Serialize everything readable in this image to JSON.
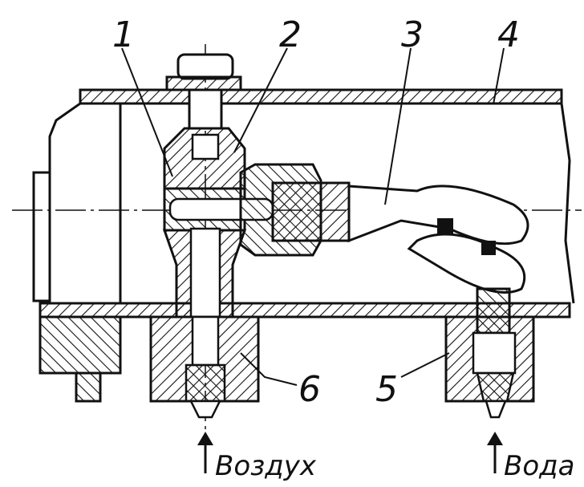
{
  "callouts": [
    {
      "id": "1",
      "text": "1"
    },
    {
      "id": "2",
      "text": "2"
    },
    {
      "id": "3",
      "text": "3"
    },
    {
      "id": "4",
      "text": "4"
    },
    {
      "id": "5",
      "text": "5"
    },
    {
      "id": "6",
      "text": "6"
    }
  ],
  "inlets": {
    "air": "Воздух",
    "water": "Вода"
  }
}
